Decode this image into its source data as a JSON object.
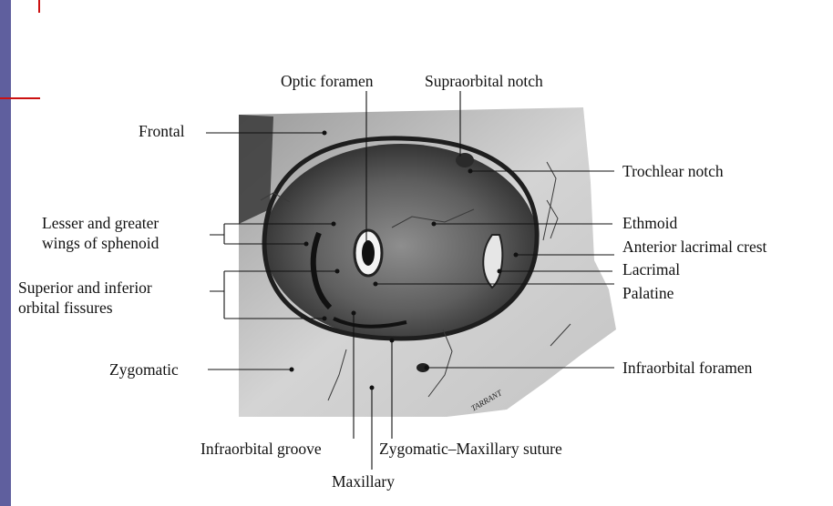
{
  "labels": {
    "optic_foramen": "Optic foramen",
    "supraorbital_notch": "Supraorbital notch",
    "frontal": "Frontal",
    "trochlear_notch": "Trochlear notch",
    "lesser_greater_1": "Lesser and greater",
    "lesser_greater_2": "wings of sphenoid",
    "ethmoid": "Ethmoid",
    "anterior_lacrimal_crest": "Anterior lacrimal crest",
    "lacrimal": "Lacrimal",
    "orbital_fissures_1": "Superior and inferior",
    "orbital_fissures_2": "orbital fissures",
    "palatine": "Palatine",
    "zygomatic": "Zygomatic",
    "infraorbital_foramen": "Infraorbital foramen",
    "infraorbital_groove": "Infraorbital groove",
    "zygomatic_maxillary_suture": "Zygomatic–Maxillary suture",
    "maxillary": "Maxillary",
    "signature": "TARRANT"
  },
  "colors": {
    "background": "#5f5f9e",
    "panel": "#ffffff",
    "accent": "#cc1111"
  }
}
